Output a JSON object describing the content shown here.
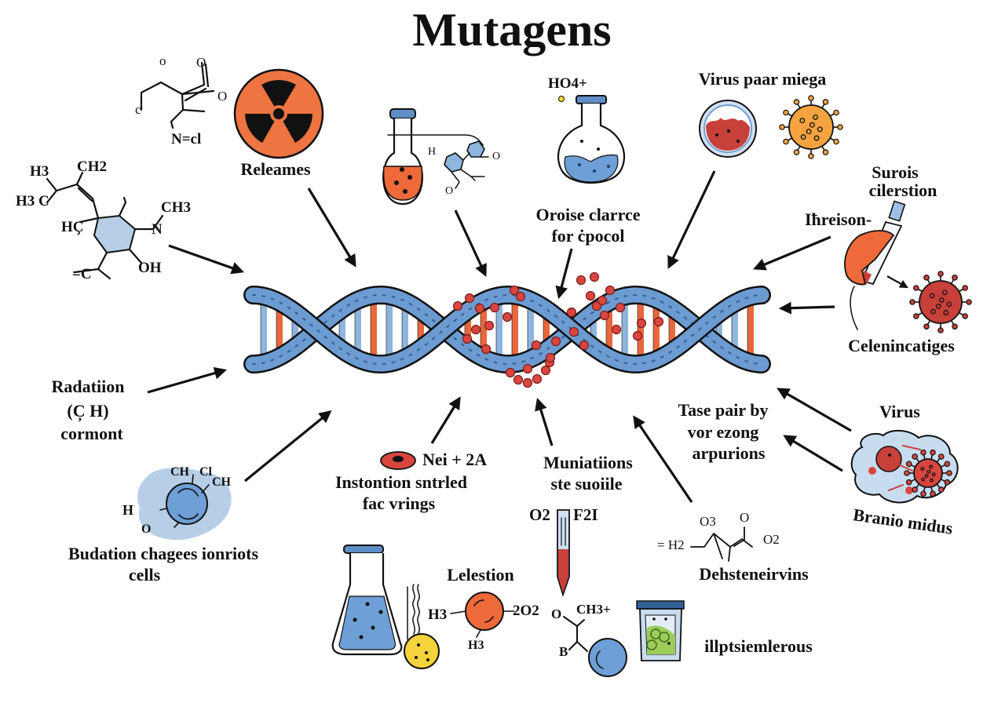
{
  "title": "Mutagens",
  "colors": {
    "dna_backbone": "#6b9bd1",
    "dna_backbone_dark": "#2f5f95",
    "base_red": "#e8673c",
    "base_blue": "#8db5de",
    "particle_red": "#d9463f",
    "virus_orange": "#f4a340",
    "virus_red": "#c8403a",
    "flask_blue": "#6e9fd6",
    "radiation_orange": "#ee7441"
  },
  "labels": {
    "releames": "Releames",
    "orbit_line1": "Oroise clarrce",
    "orbit_line2": "for ċpocol",
    "virus_top": "Virus paar miega",
    "surois_line1": "Surois",
    "surois_line2": "cilerstion",
    "ihreison": "Iћreison-",
    "celenincatiges": "Celenincatiges",
    "radiation_line1": "Radatiion",
    "radiation_line2": "(C̦ H)",
    "radiation_line3": "cormont",
    "budation_line1": "Budation chagees ionriots",
    "budation_line2": "cells",
    "nei": "Nei + 2A",
    "instontion_line1": "Instontion sntrled",
    "instontion_line2": "fac vrings",
    "muniations_line1": "Muniatiions",
    "muniations_line2": "ste suoiile",
    "tase_line1": "Tase pair by",
    "tase_line2": "vor ezong",
    "tase_line3": "arpurions",
    "virus_right": "Virus",
    "branio": "Branio midus",
    "dehsteneirvins": "Dehsteneirvins",
    "lelestion": "Lelestion",
    "illptsiemlerous": "illptsiemlerous"
  },
  "chem": {
    "top_left_o1": "o",
    "top_left_o2": "O",
    "top_left_o3": "O",
    "top_left_c": "c",
    "top_left_n": "N=cl",
    "ring_h3_1": "H3",
    "ring_ch2": "CH2",
    "ring_h3c": "H3 C",
    "ring_hc": "HÇ",
    "ring_ch3": "CH3",
    "ring_n": "N",
    "ring_oh": "OH",
    "ring_c": "=C",
    "flask_h": "H",
    "flask_o1": "O",
    "flask_o2": "O",
    "ho4": "HO4+",
    "cell_ch": "CH",
    "cell_cl": "Cl",
    "cell_ch2": "CH",
    "cell_h": "H",
    "cell_o": "O",
    "tube_o2": "O2",
    "tube_f2i": "F2I",
    "mol_h3a": "H3",
    "mol_o2": "2O2",
    "mol_h3b": "H3",
    "mol2_o": "O",
    "mol2_ch3": "CH3+",
    "mol2_b": "B",
    "deh_o3": "O3",
    "deh_o": "O",
    "deh_o2": "O2",
    "deh_h2": "= H2"
  }
}
